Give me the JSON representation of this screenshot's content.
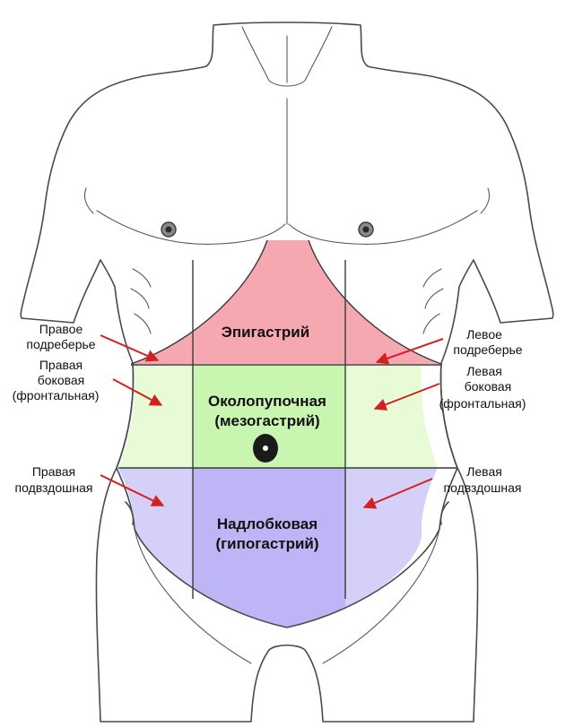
{
  "regions": {
    "epigastric": {
      "label": "Эпигастрий",
      "color": "#f6a8b0"
    },
    "hypochondrium_right": {
      "lines": [
        "Правое",
        "подреберье"
      ],
      "color": "#f9c4c8"
    },
    "hypochondrium_left": {
      "lines": [
        "Левое",
        "подреберье"
      ],
      "color": "#f9c4c8"
    },
    "umbilical": {
      "lines": [
        "Околопупочная",
        "(мезогастрий)"
      ],
      "color": "#c8f5b0"
    },
    "lateral_right": {
      "lines": [
        "Правая",
        "боковая",
        "(фронтальная)"
      ],
      "color": "#e6fbd6"
    },
    "lateral_left": {
      "lines": [
        "Левая",
        "боковая",
        "(фронтальная)"
      ],
      "color": "#e6fbd6"
    },
    "hypogastric": {
      "lines": [
        "Надлобковая",
        "(гипогастрий)"
      ],
      "color": "#bdb5f5"
    },
    "iliac_right": {
      "lines": [
        "Правая",
        "подвздошная"
      ],
      "color": "#d4d0f8"
    },
    "iliac_left": {
      "lines": [
        "Левая",
        "подвздошная"
      ],
      "color": "#d4d0f8"
    }
  },
  "colors": {
    "body": "#d4d4d4",
    "outline": "#4a4a4a",
    "arrow": "#d42020",
    "navel": "#1a1a1a"
  }
}
